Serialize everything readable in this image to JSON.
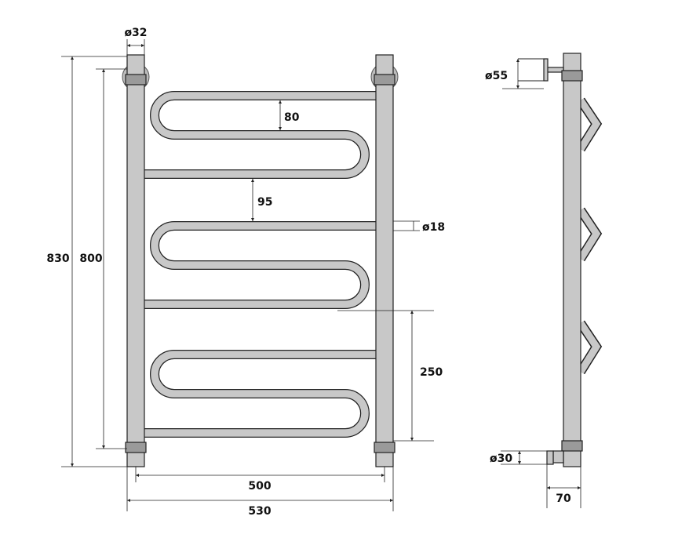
{
  "title": "Heated towel rail dimension drawing",
  "front_view": {
    "labels": {
      "pipe_diameter": "ø32",
      "total_height": "830",
      "center_height": "800",
      "loop_gap": "80",
      "section_gap": "95",
      "tube_diameter": "ø18",
      "section_height": "250",
      "center_width": "500",
      "total_width": "530"
    }
  },
  "side_view": {
    "labels": {
      "mount_diameter": "ø55",
      "connector_diameter": "ø30",
      "depth": "70"
    }
  }
}
